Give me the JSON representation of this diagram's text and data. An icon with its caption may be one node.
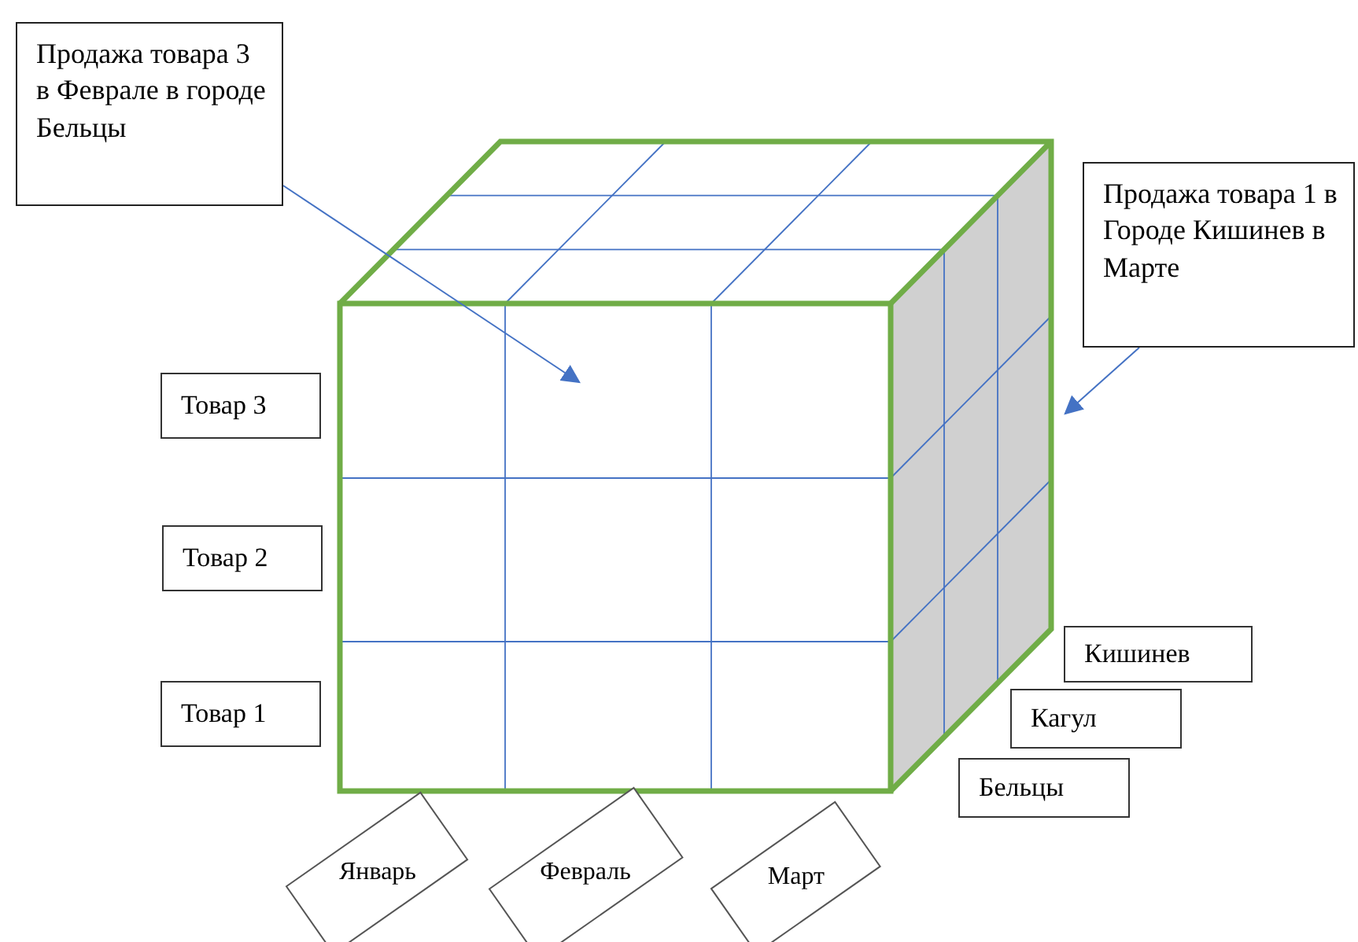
{
  "diagram": {
    "nodes": [
      {
        "text": [
          "Продажа товара 3 в Феврале в городе Бельцы"
        ]
      },
      {
        "text": [
          "Продажа товара 1 в Городе Кишинев в Марте"
        ]
      },
      {
        "text": [
          "Товар 3"
        ]
      },
      {
        "text": [
          "Товар 2"
        ]
      },
      {
        "text": [
          "Товар 1"
        ]
      },
      {
        "text": [
          "Кишинев"
        ]
      },
      {
        "text": [
          "Кагул"
        ]
      },
      {
        "text": [
          "Бельцы"
        ]
      },
      {
        "text": [
          "Январь"
        ]
      },
      {
        "text": [
          "Февраль"
        ]
      },
      {
        "text": [
          "Март"
        ]
      }
    ],
    "edges": [
      {
        "from": 0,
        "to": null,
        "arrow": "to"
      },
      {
        "from": 1,
        "to": null,
        "arrow": "to"
      }
    ]
  }
}
